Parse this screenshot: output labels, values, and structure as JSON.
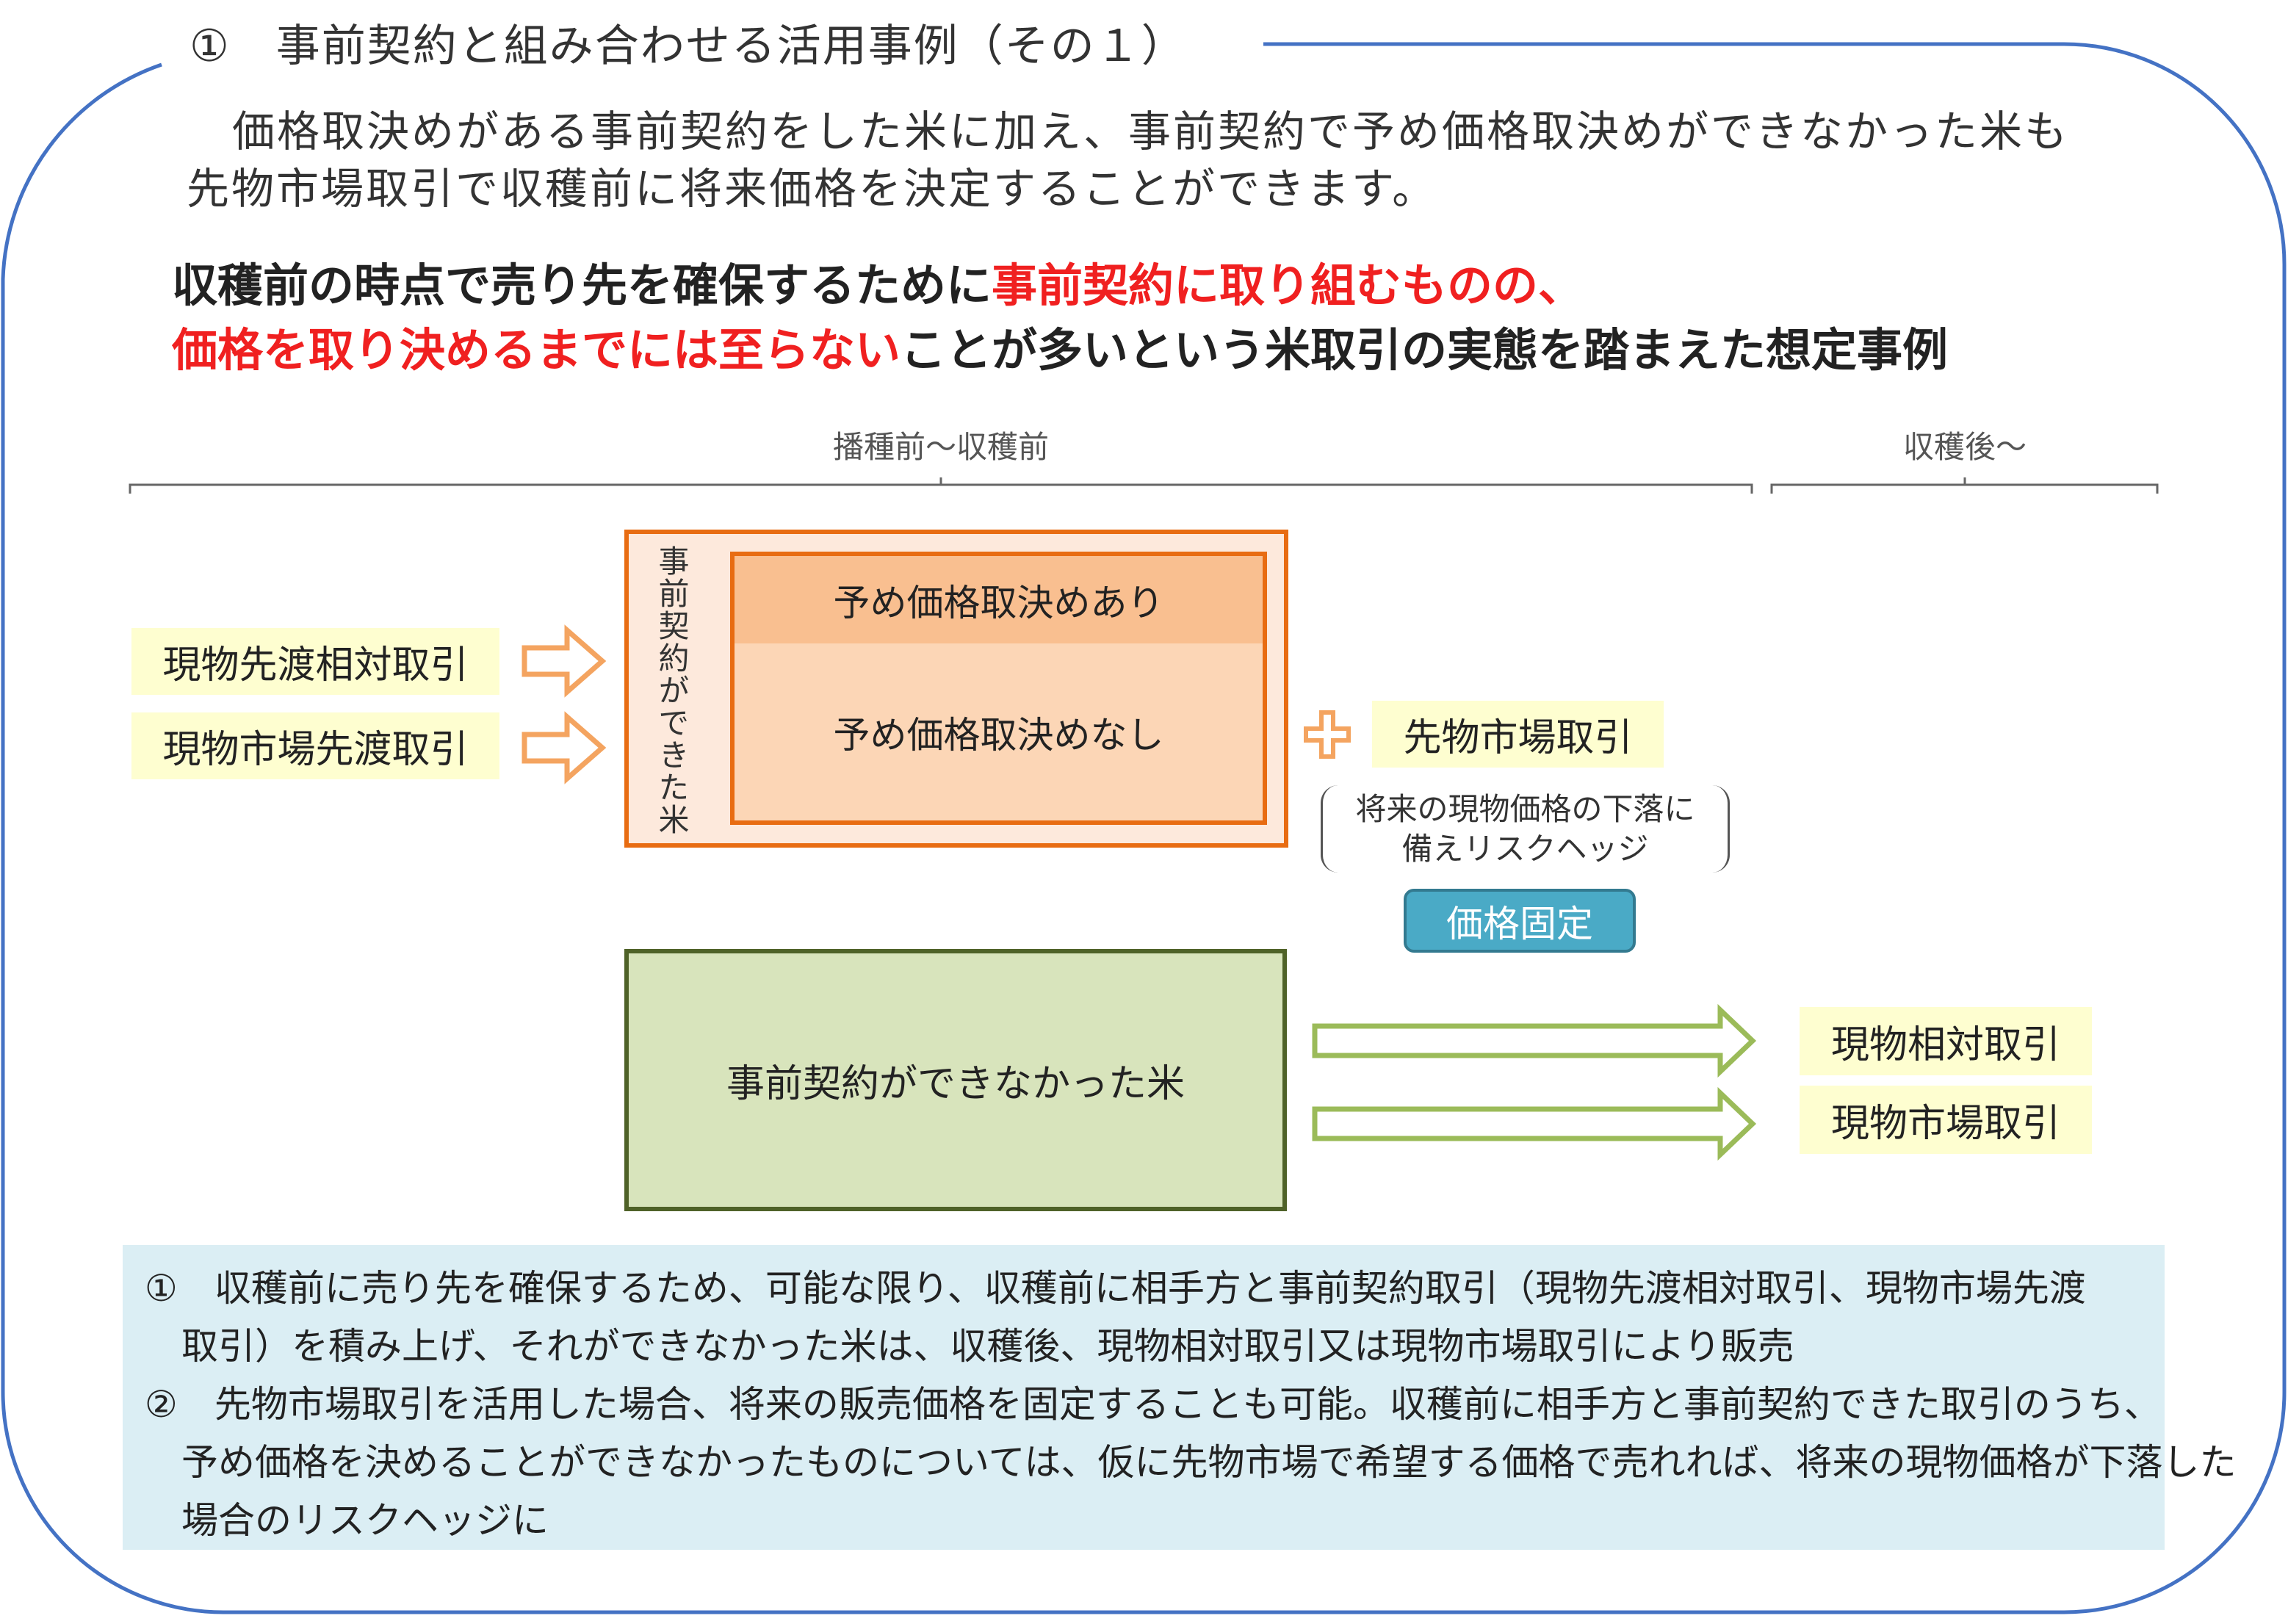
{
  "title": "①　事前契約と組み合わせる活用事例（その１）",
  "intro": {
    "line1": "価格取決めがある事前契約をした米に加え、事前契約で予め価格取決めができなかった米も",
    "line2": "先物市場取引で収穫前に将来価格を決定することができます。"
  },
  "headline": {
    "l1_black": "収穫前の時点で売り先を確保するために",
    "l1_red": "事前契約に取り組むものの、",
    "l2_red": "価格を取り決めるまでには至らない",
    "l2_black": "ことが多いという米取引の実態を踏まえた想定事例"
  },
  "phases": {
    "pre": "播種前～収穫前",
    "post": "収穫後～"
  },
  "left_boxes": [
    "現物先渡相対取引",
    "現物市場先渡取引"
  ],
  "contracted": {
    "label": "事前契約ができた米",
    "with_price": "予め価格取決めあり",
    "without_price": "予め価格取決めなし"
  },
  "futures": {
    "label": "先物市場取引",
    "note_l1": "将来の現物価格の下落に",
    "note_l2": "備えリスクヘッジ",
    "badge": "価格固定"
  },
  "not_contracted": "事前契約ができなかった米",
  "right_boxes": [
    "現物相対取引",
    "現物市場取引"
  ],
  "notes": [
    "①　収穫前に売り先を確保するため、可能な限り、収穫前に相手方と事前契約取引（現物先渡相対取引、現物市場先渡",
    "　取引）を積み上げ、それができなかった米は、収穫後、現物相対取引又は現物市場取引により販売",
    "②　先物市場取引を活用した場合、将来の販売価格を固定することも可能。収穫前に相手方と事前契約できた取引のうち、",
    "　予め価格を決めることができなかったものについては、仮に先物市場で希望する価格で売れれば、将来の現物価格が下落した",
    "　場合のリスクヘッジに"
  ],
  "colors": {
    "frame": "#4472c4",
    "orange": "#e86c12",
    "green": "#9bbb59",
    "accent_red": "#f02020",
    "badge": "#4aaac6"
  }
}
